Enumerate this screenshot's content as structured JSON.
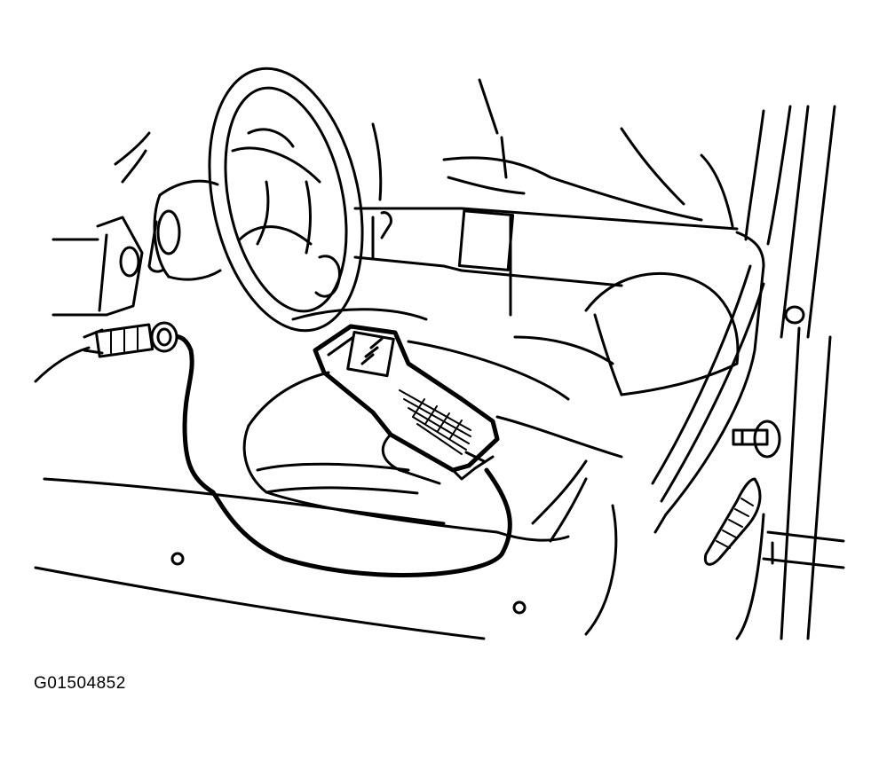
{
  "figure": {
    "id_label": "G01504852"
  },
  "illustration": {
    "style": "black line drawing on white",
    "colors": {
      "line": "#000000",
      "background": "#ffffff"
    },
    "components": [
      "steering-wheel",
      "steering-column",
      "dashboard",
      "driver-seat",
      "scan-tool",
      "scan-tool-cable",
      "data-link-connector",
      "door-frame",
      "door-lock-knob",
      "door-vent"
    ]
  }
}
